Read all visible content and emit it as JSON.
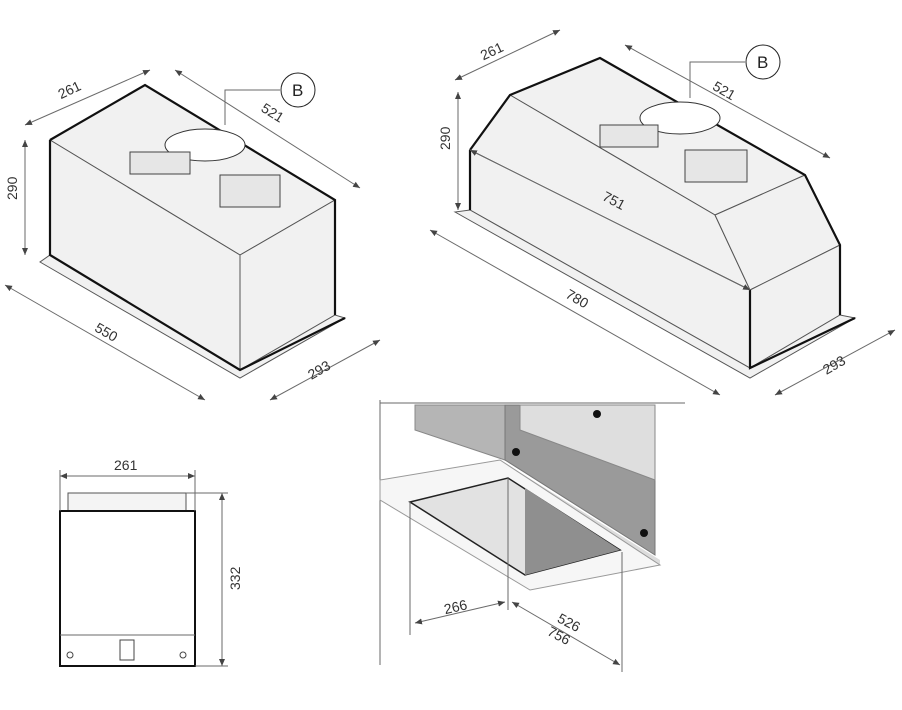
{
  "view_small": {
    "depth": "261",
    "width": "521",
    "height": "290",
    "length": "550",
    "base_depth": "293",
    "callout": "B"
  },
  "view_large": {
    "depth": "261",
    "width": "521",
    "height": "290",
    "inner_length": "751",
    "length": "780",
    "base_depth": "293",
    "callout": "B"
  },
  "view_front": {
    "width": "261",
    "height": "332"
  },
  "view_cutout": {
    "cut_depth": "266",
    "cut_width": "526",
    "outer_width": "756"
  },
  "colors": {
    "line": "#6a6a6a",
    "outline": "#111111",
    "panel": "#8f8f8f"
  }
}
